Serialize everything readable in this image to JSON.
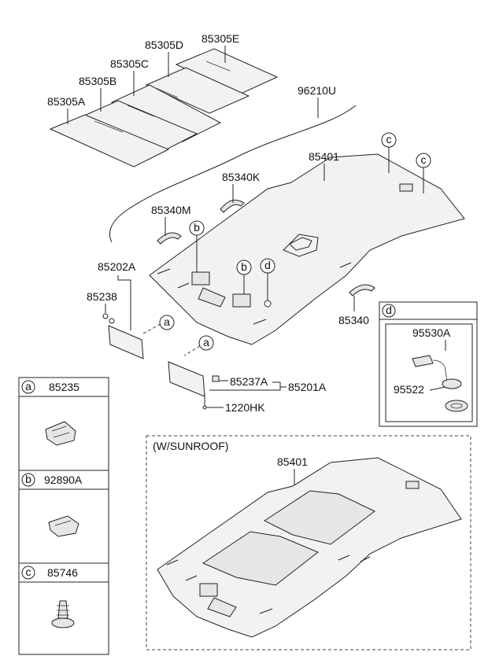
{
  "callouts": {
    "pad_e": "85305E",
    "pad_d": "85305D",
    "pad_c": "85305C",
    "pad_b": "85305B",
    "pad_a": "85305A",
    "harness": "96210U",
    "headlining": "85401",
    "handle_k": "85340K",
    "handle_m": "85340M",
    "visor_r": "85202A",
    "visor_holder": "85238",
    "handle": "85340",
    "retainer": "85237A",
    "visor_l": "85201A",
    "screw": "1220HK",
    "sunroof_headlining": "85401",
    "sunroof_title": "(W/SUNROOF)"
  },
  "markers": {
    "a": "a",
    "b": "b",
    "c": "c",
    "d": "d"
  },
  "legend": {
    "a": {
      "key": "a",
      "part": "85235"
    },
    "b": {
      "key": "b",
      "part": "92890A"
    },
    "c": {
      "key": "c",
      "part": "85746"
    }
  },
  "detail_d": {
    "key": "d",
    "lamp": "95530A",
    "lens": "95522"
  }
}
